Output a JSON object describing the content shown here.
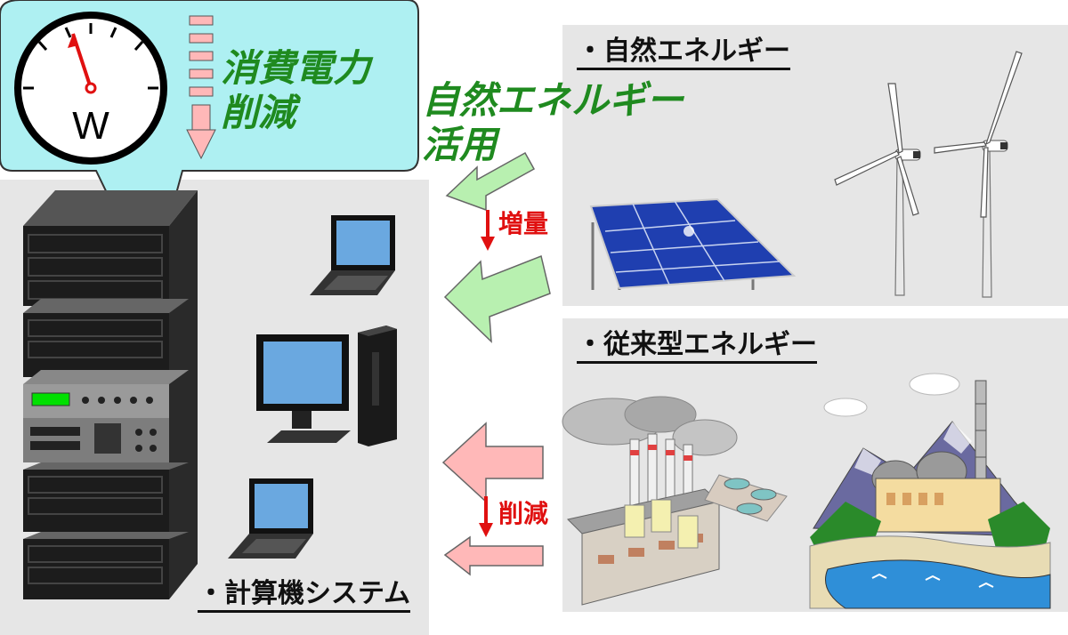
{
  "meter": {
    "symbol": "W"
  },
  "labels": {
    "power_reduction_line1": "消費電力",
    "power_reduction_line2": "削減",
    "renewable_use_line1": "自然エネルギー",
    "renewable_use_line2": "活用",
    "increase": "増量",
    "decrease": "削減"
  },
  "panels": {
    "renewable_title": "・自然エネルギー",
    "conventional_title": "・従来型エネルギー",
    "computer_title": "・計算機システム"
  },
  "colors": {
    "speech_bubble": "#aef0f2",
    "green_arrow": "#b8f0b0",
    "pink_arrow": "#ffb8b8",
    "green_text": "#1f8a1f",
    "red_text": "#e01010",
    "panel_bg": "#e6e6e6"
  },
  "icons": [
    "wattmeter-icon",
    "server-rack-icon",
    "laptop-icon",
    "desktop-pc-icon",
    "solar-panel-icon",
    "wind-turbine-icon",
    "factory-icon",
    "power-plant-icon"
  ]
}
